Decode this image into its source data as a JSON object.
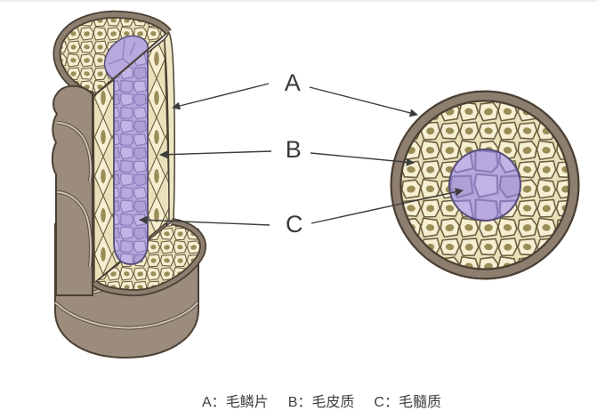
{
  "diagram": {
    "labels": [
      {
        "letter": "A",
        "term": "毛鳞片"
      },
      {
        "letter": "B",
        "term": "毛皮质"
      },
      {
        "letter": "C",
        "term": "毛髓质"
      }
    ],
    "separator": "："
  },
  "colors": {
    "outline": "#4a3f33",
    "lineCol": "#3d3d3d",
    "labelCol": "#3a3a3a",
    "captionCol": "#3f3f3f",
    "shaftBrown": "#9c8c7d",
    "scaleHi": "#ccc2b5",
    "scaleDark": "#5b4e42",
    "ringBrown": "#8d7e6f",
    "cream": "#eee6c3",
    "cellBg": "#e9e1ba",
    "cellFill": "#f6efd2",
    "cellLine": "#6b6040",
    "nucleus": "#9a8d58",
    "medFill": "#b7a9dd",
    "medFill2": "#c2b5e5",
    "medFill3": "#afa1d6",
    "medLine": "#8a7eba",
    "medDark": "#564b76"
  }
}
